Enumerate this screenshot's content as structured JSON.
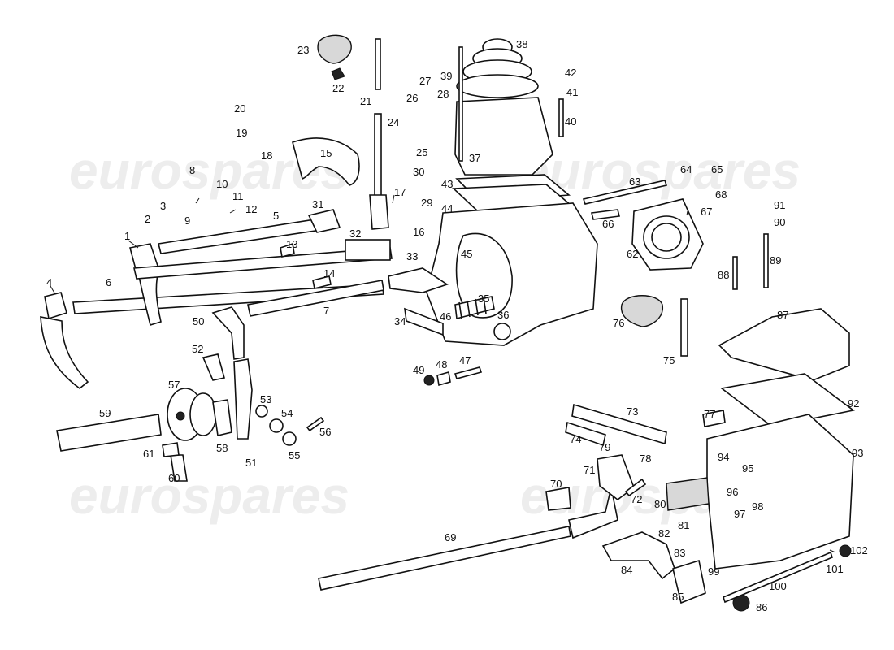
{
  "watermark": [
    "eurospares",
    "eurospares",
    "eurospares",
    "eurospares"
  ],
  "labels": [
    "1",
    "2",
    "3",
    "4",
    "5",
    "6",
    "7",
    "8",
    "9",
    "10",
    "11",
    "12",
    "13",
    "14",
    "15",
    "16",
    "17",
    "18",
    "19",
    "20",
    "21",
    "22",
    "23",
    "24",
    "25",
    "26",
    "27",
    "28",
    "29",
    "30",
    "31",
    "32",
    "33",
    "34",
    "35",
    "36",
    "37",
    "38",
    "39",
    "40",
    "41",
    "42",
    "43",
    "44",
    "45",
    "46",
    "47",
    "48",
    "49",
    "50",
    "51",
    "52",
    "53",
    "54",
    "55",
    "56",
    "57",
    "58",
    "59",
    "60",
    "61",
    "62",
    "63",
    "64",
    "65",
    "66",
    "67",
    "68",
    "69",
    "70",
    "71",
    "72",
    "73",
    "74",
    "75",
    "76",
    "77",
    "78",
    "79",
    "80",
    "81",
    "82",
    "83",
    "84",
    "85",
    "86",
    "87",
    "88",
    "89",
    "90",
    "91",
    "92",
    "93",
    "94",
    "95",
    "96",
    "97",
    "98",
    "99",
    "100",
    "101",
    "102"
  ]
}
